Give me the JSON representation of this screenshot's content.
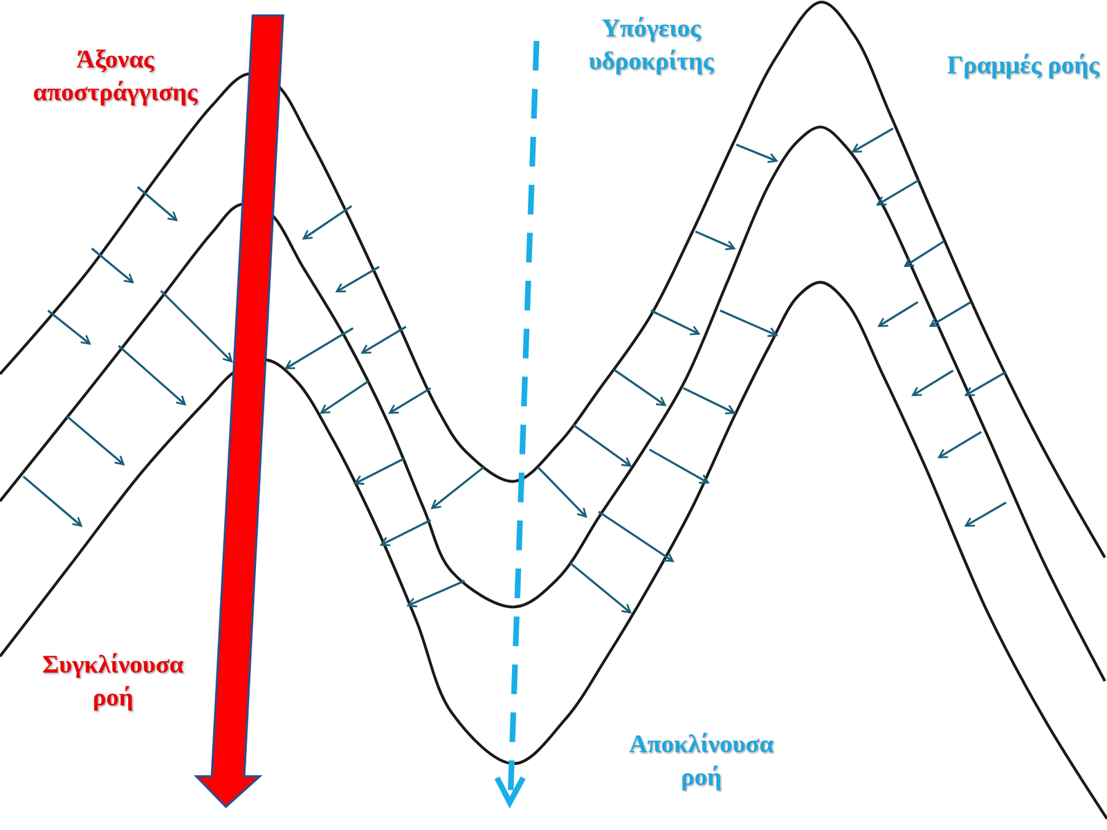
{
  "diagram": {
    "labels": [
      "Άξονας αποστράγγισης",
      "Υπόγειος υδροκρίτης",
      "Γραμμές ροής",
      "Συγκλίνουσα ροή",
      "Αποκλίνουσα ροή"
    ]
  }
}
